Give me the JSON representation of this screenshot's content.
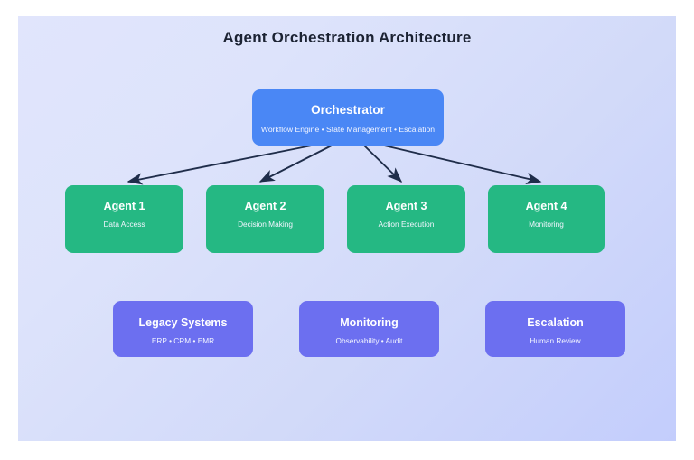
{
  "diagram": {
    "title": "Agent Orchestration Architecture",
    "colors": {
      "background_start": "#e1e5fc",
      "background_end": "#c3cdfc",
      "orchestrator": "#4a87f5",
      "agent": "#25b883",
      "support": "#6c6ff0",
      "connector": "#1f2d4a",
      "title_text": "#1c2333",
      "node_text": "#ffffff"
    },
    "orchestrator": {
      "title": "Orchestrator",
      "subtitle": "Workflow Engine • State Management • Escalation"
    },
    "agents": [
      {
        "title": "Agent 1",
        "subtitle": "Data Access"
      },
      {
        "title": "Agent 2",
        "subtitle": "Decision Making"
      },
      {
        "title": "Agent 3",
        "subtitle": "Action Execution"
      },
      {
        "title": "Agent 4",
        "subtitle": "Monitoring"
      }
    ],
    "support": [
      {
        "title": "Legacy Systems",
        "subtitle": "ERP • CRM • EMR"
      },
      {
        "title": "Monitoring",
        "subtitle": "Observability • Audit"
      },
      {
        "title": "Escalation",
        "subtitle": "Human Review"
      }
    ],
    "connectors": [
      {
        "from": "orchestrator",
        "to": "agent-1"
      },
      {
        "from": "orchestrator",
        "to": "agent-2"
      },
      {
        "from": "orchestrator",
        "to": "agent-3"
      },
      {
        "from": "orchestrator",
        "to": "agent-4"
      }
    ]
  }
}
